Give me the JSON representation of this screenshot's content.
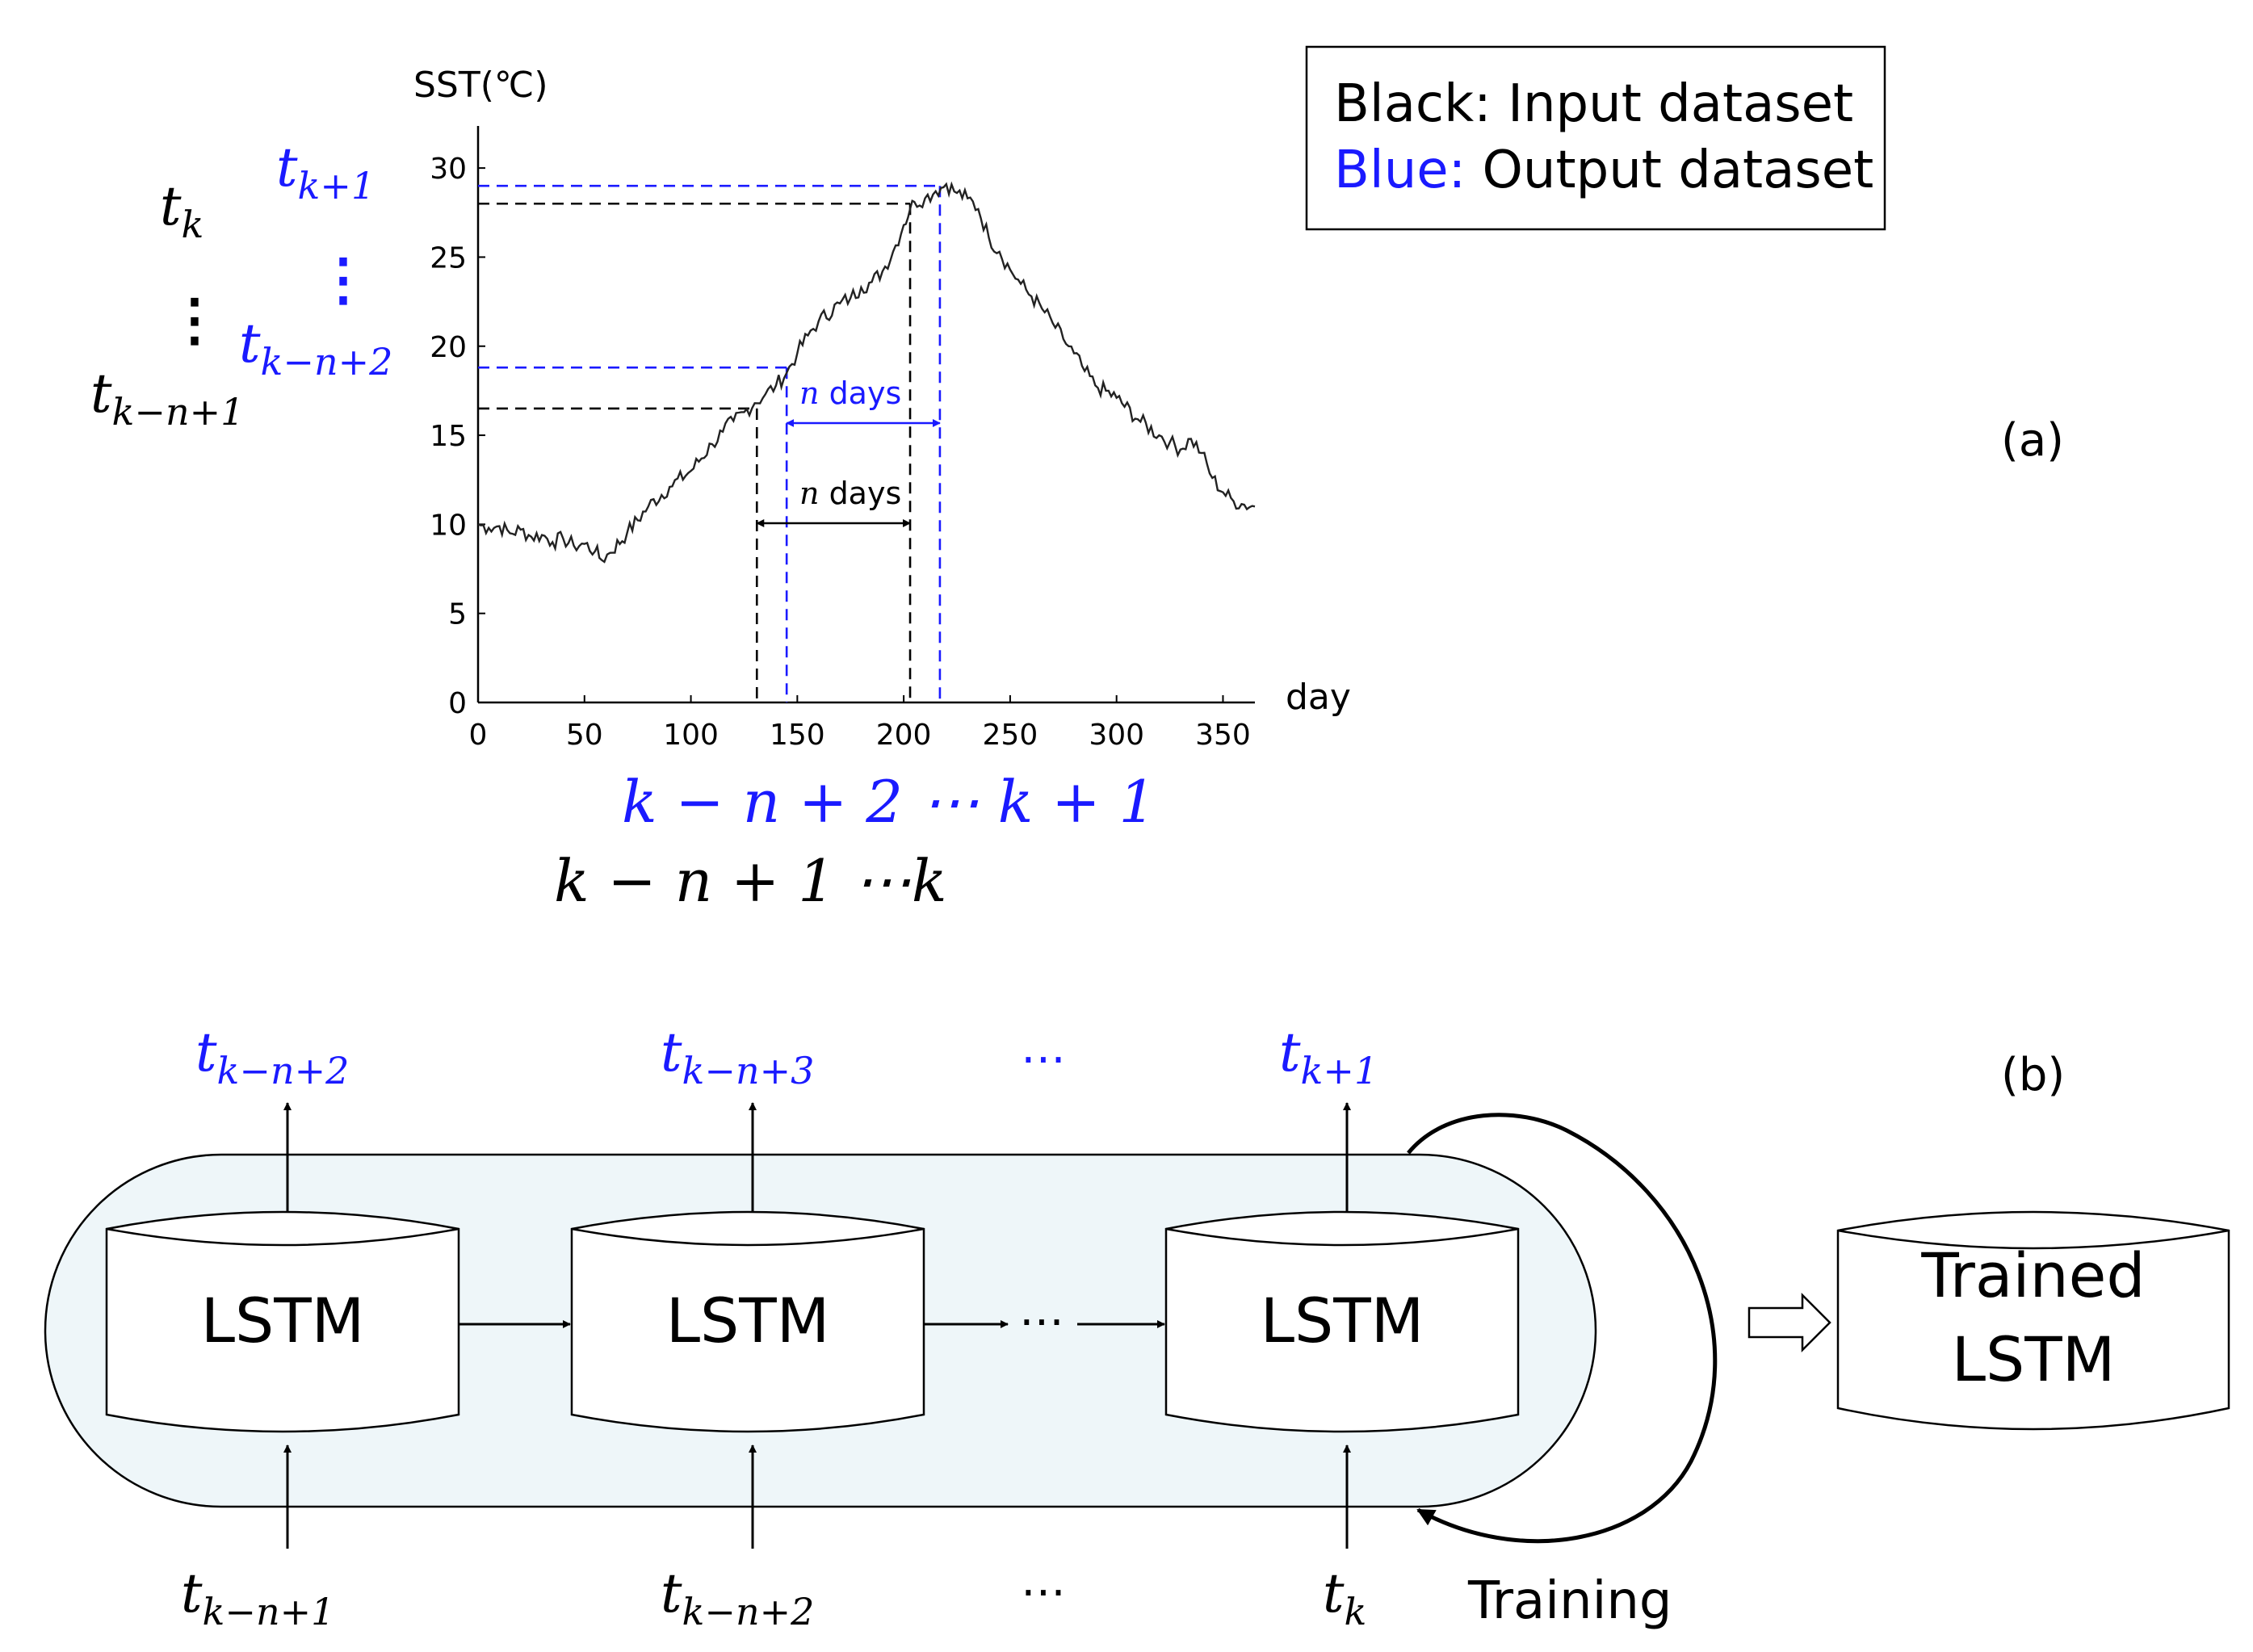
{
  "colors": {
    "black": "#000000",
    "blue": "#1a1aff",
    "panel_fill": "#eef6f9"
  },
  "legend": {
    "black_label": "Black:",
    "black_text": "Input dataset",
    "blue_label": "Blue:",
    "blue_text": "Output dataset"
  },
  "panel_a_label": "(a)",
  "panel_b_label": "(b)",
  "left_stack": {
    "t_k_base": "t",
    "t_k_sub": "k",
    "t_kn1_base": "t",
    "t_kn1_sub": "k−n+1",
    "t_k1_base": "t",
    "t_k1_sub": "k+1",
    "t_kn2_base": "t",
    "t_kn2_sub": "k−n+2",
    "vdots": "⋮"
  },
  "n_days_blue": {
    "n": "n",
    "days": " days"
  },
  "n_days_black": {
    "n": "n",
    "days": " days"
  },
  "bottom_blue": "k − n + 2 ⋯ k + 1",
  "bottom_black": "k − n + 1 ⋯k",
  "chart_data": {
    "type": "line",
    "ylabel": "SST(℃)",
    "xlabel": "day",
    "xlim": [
      0,
      365
    ],
    "ylim": [
      0,
      32
    ],
    "xticks": [
      0,
      50,
      100,
      150,
      200,
      250,
      300,
      350
    ],
    "yticks": [
      0,
      5,
      10,
      15,
      20,
      25,
      30
    ],
    "grid": false,
    "series": [
      {
        "x": [
          0,
          5,
          10,
          15,
          20,
          25,
          30,
          35,
          40,
          45,
          50,
          55,
          58,
          62,
          70,
          80,
          90,
          100,
          110,
          115,
          120,
          125,
          130,
          135,
          140,
          145,
          150,
          155,
          160,
          170,
          175,
          180,
          185,
          190,
          195,
          200,
          203,
          205,
          210,
          215,
          220,
          225,
          230,
          235,
          240,
          245,
          250,
          255,
          260,
          265,
          270,
          275,
          280,
          285,
          290,
          300,
          310,
          320,
          325,
          330,
          335,
          340,
          345,
          350,
          355,
          360,
          365
        ],
        "y": [
          10.0,
          9.8,
          9.9,
          9.5,
          9.7,
          9.3,
          9.4,
          9.0,
          9.2,
          8.8,
          8.9,
          8.5,
          8.0,
          8.4,
          9.5,
          11.0,
          12.1,
          13.0,
          14.5,
          15.2,
          15.8,
          16.3,
          16.8,
          17.3,
          17.8,
          18.5,
          19.6,
          20.6,
          21.4,
          22.4,
          22.7,
          23.3,
          23.6,
          24.2,
          25.3,
          26.8,
          27.7,
          28.1,
          28.3,
          28.7,
          29.1,
          28.6,
          28.3,
          27.7,
          26.1,
          25.3,
          24.3,
          23.5,
          22.8,
          22.1,
          21.3,
          20.4,
          19.6,
          18.6,
          17.8,
          17.1,
          15.9,
          15.0,
          14.6,
          14.2,
          14.8,
          14.0,
          12.6,
          11.8,
          11.3,
          11.1,
          11.0
        ]
      }
    ],
    "markers": {
      "input_start_day": 131,
      "input_end_day": 203,
      "output_start_day": 145,
      "output_end_day": 217,
      "input_start_sst": 16.5,
      "input_end_sst": 28.0,
      "output_start_sst": 18.8,
      "output_end_sst": 29.0
    }
  },
  "diagram_b": {
    "lstm_label": "LSTM",
    "trained_label_line1": "Trained",
    "trained_label_line2": "LSTM",
    "training_label": "Training",
    "connector_dots": "⋯",
    "output_labels": [
      {
        "base": "t",
        "sub": "k−n+2"
      },
      {
        "base": "t",
        "sub": "k−n+3"
      },
      {
        "base": "t",
        "sub": "k+1"
      }
    ],
    "output_dots": "⋯",
    "input_labels": [
      {
        "base": "t",
        "sub": "k−n+1"
      },
      {
        "base": "t",
        "sub": "k−n+2"
      },
      {
        "base": "t",
        "sub": "k"
      }
    ],
    "input_dots": "⋯"
  }
}
